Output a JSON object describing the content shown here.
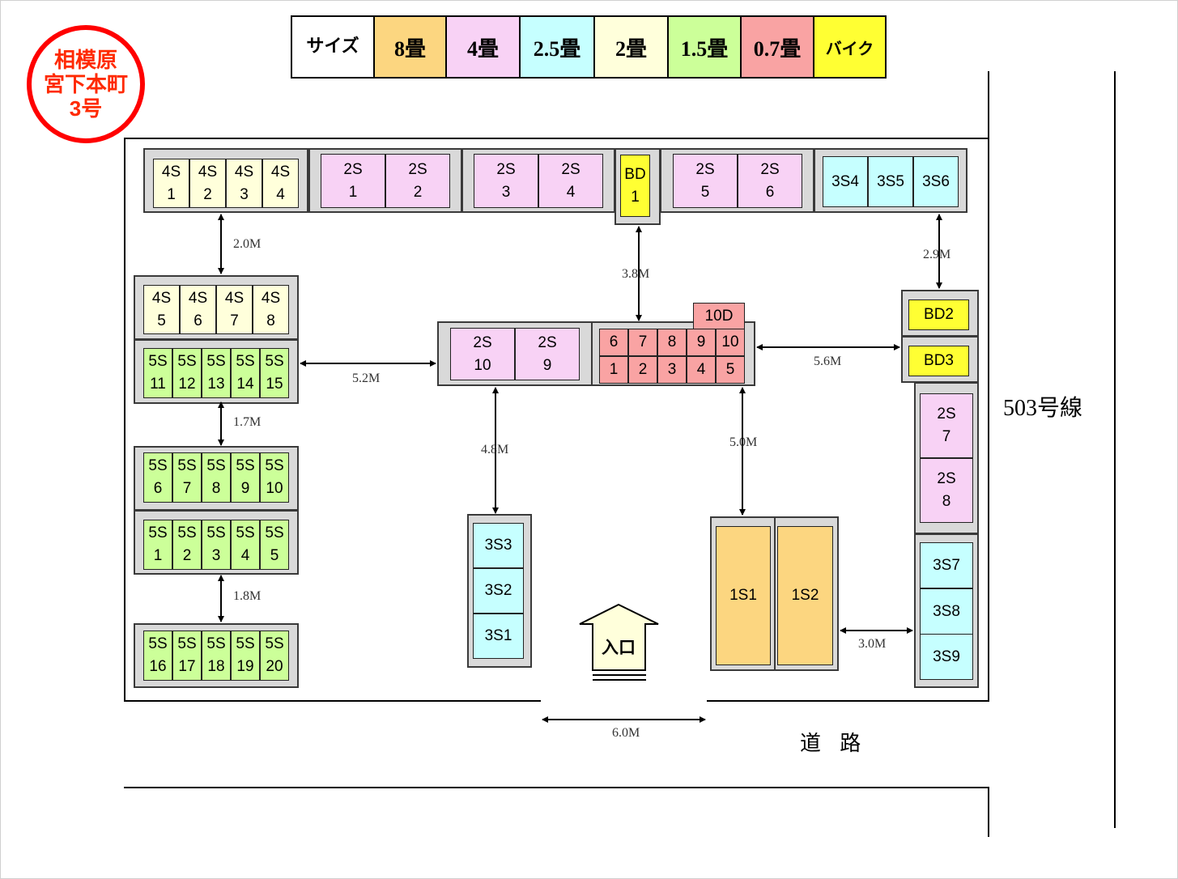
{
  "stamp": {
    "line1": "相模原",
    "line2": "宮下本町",
    "line3": "3号"
  },
  "legend": {
    "cells": [
      {
        "label": "サイズ",
        "color": "#ffffff"
      },
      {
        "label": "8畳",
        "color": "#fcd680"
      },
      {
        "label": "4畳",
        "color": "#f8d2f5"
      },
      {
        "label": "2.5畳",
        "color": "#c6ffff"
      },
      {
        "label": "2畳",
        "color": "#ffffdb"
      },
      {
        "label": "1.5畳",
        "color": "#ccff99"
      },
      {
        "label": "0.7畳",
        "color": "#f9a3a3"
      },
      {
        "label": "バイク",
        "color": "#ffff33"
      }
    ]
  },
  "units": {
    "u4s1": "4S\n1",
    "u4s2": "4S\n2",
    "u4s3": "4S\n3",
    "u4s4": "4S\n4",
    "u4s5": "4S\n5",
    "u4s6": "4S\n6",
    "u4s7": "4S\n7",
    "u4s8": "4S\n8",
    "u2s1": "2S\n1",
    "u2s2": "2S\n2",
    "u2s3": "2S\n3",
    "u2s4": "2S\n4",
    "u2s5": "2S\n5",
    "u2s6": "2S\n6",
    "u2s7": "2S\n7",
    "u2s8": "2S\n8",
    "u2s9": "2S\n9",
    "u2s10": "2S\n10",
    "ubd1": "BD\n1",
    "ubd2": "BD2",
    "ubd3": "BD3",
    "u3s1": "3S1",
    "u3s2": "3S2",
    "u3s3": "3S3",
    "u3s4": "3S4",
    "u3s5": "3S5",
    "u3s6": "3S6",
    "u3s7": "3S7",
    "u3s8": "3S8",
    "u3s9": "3S9",
    "u5s1": "5S\n1",
    "u5s2": "5S\n2",
    "u5s3": "5S\n3",
    "u5s4": "5S\n4",
    "u5s5": "5S\n5",
    "u5s6": "5S\n6",
    "u5s7": "5S\n7",
    "u5s8": "5S\n8",
    "u5s9": "5S\n9",
    "u5s10": "5S\n10",
    "u5s11": "5S\n11",
    "u5s12": "5S\n12",
    "u5s13": "5S\n13",
    "u5s14": "5S\n14",
    "u5s15": "5S\n15",
    "u5s16": "5S\n16",
    "u5s17": "5S\n17",
    "u5s18": "5S\n18",
    "u5s19": "5S\n19",
    "u5s20": "5S\n20",
    "u1s1": "1S1",
    "u1s2": "1S2",
    "u10d": "10D",
    "d1": "1",
    "d2": "2",
    "d3": "3",
    "d4": "4",
    "d5": "5",
    "d6": "6",
    "d7": "7",
    "d8": "8",
    "d9": "9",
    "d10": "10"
  },
  "dimensions": {
    "a": "2.0M",
    "b": "5.2M",
    "c": "1.7M",
    "d": "1.8M",
    "e": "4.8M",
    "f": "3.8M",
    "g": "5.6M",
    "h": "2.9M",
    "i": "5.0M",
    "j": "3.0M",
    "k": "6.0M"
  },
  "labels": {
    "entrance": "入口",
    "road": "道 路",
    "route": "503号線"
  }
}
